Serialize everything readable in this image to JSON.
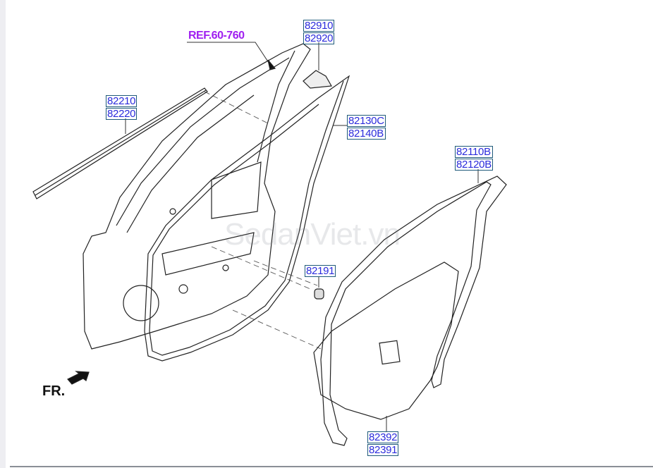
{
  "diagram": {
    "reference": "REF.60-760",
    "direction_label": "FR.",
    "watermark": "SedanViet.vn",
    "parts": [
      {
        "numbers": [
          "82910",
          "82920"
        ]
      },
      {
        "numbers": [
          "82210",
          "82220"
        ]
      },
      {
        "numbers": [
          "82130C",
          "82140B"
        ]
      },
      {
        "numbers": [
          "82110B",
          "82120B"
        ]
      },
      {
        "numbers": [
          "82191"
        ]
      },
      {
        "numbers": [
          "82392",
          "82391"
        ]
      }
    ],
    "colors": {
      "part_text": "#2b2bdc",
      "part_box": "#1f5a7a",
      "reference": "#a020f0"
    }
  }
}
